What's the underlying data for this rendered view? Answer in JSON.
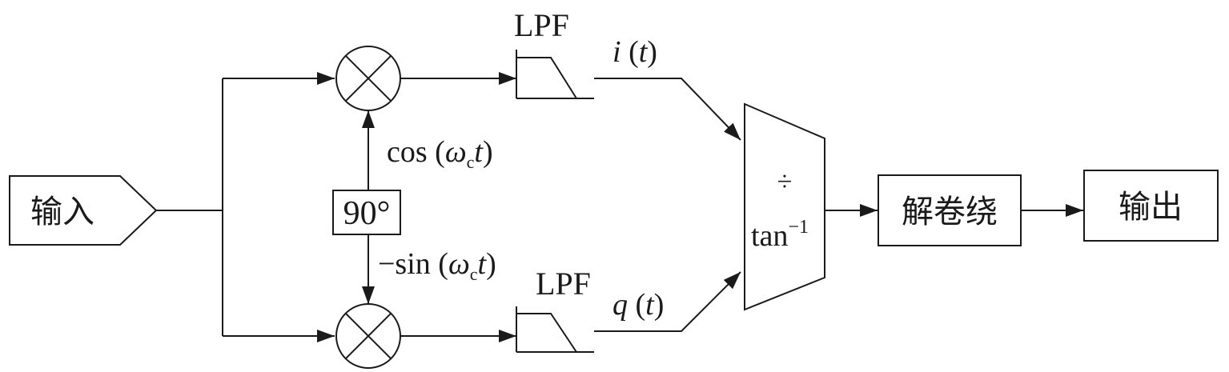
{
  "input_label": "输入",
  "phase_shift_label": "90°",
  "mixer_top_reference": {
    "prefix": "cos (",
    "omega": "ω",
    "omega_sub": "c",
    "t": "t",
    "close": ")"
  },
  "mixer_bottom_reference": {
    "prefix": "−sin (",
    "omega": "ω",
    "omega_sub": "c",
    "t": "t",
    "close": ")"
  },
  "lpf_top_label": "LPF",
  "lpf_bottom_label": "LPF",
  "signal_i": {
    "var": "i",
    "open": " (",
    "t": "t",
    "close": ")"
  },
  "signal_q": {
    "var": "q",
    "open": " (",
    "t": "t",
    "close": ")"
  },
  "arctan_block": {
    "divide": "÷",
    "func": "tan",
    "sup": "−1"
  },
  "unwrap_label": "解卷绕",
  "output_label": "输出"
}
